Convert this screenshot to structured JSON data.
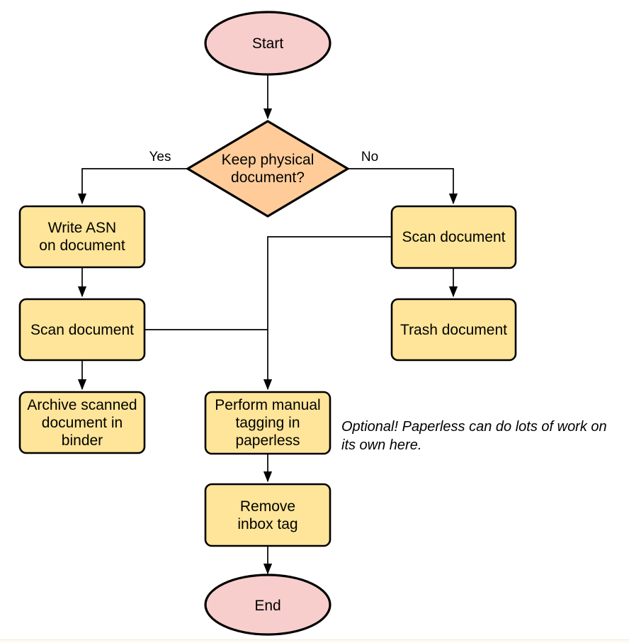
{
  "diagram": {
    "nodes": {
      "start": {
        "label": "Start"
      },
      "decision": {
        "label": "Keep physical\ndocument?"
      },
      "write_asn": {
        "label": "Write ASN\non document"
      },
      "scan_left": {
        "label": "Scan document"
      },
      "archive": {
        "label": "Archive scanned\ndocument in\nbinder"
      },
      "scan_right": {
        "label": "Scan document"
      },
      "trash": {
        "label": "Trash document"
      },
      "tagging": {
        "label": "Perform manual\ntagging in\npaperless"
      },
      "remove_inbox": {
        "label": "Remove\ninbox tag"
      },
      "end": {
        "label": "End"
      }
    },
    "edge_labels": {
      "yes": "Yes",
      "no": "No"
    },
    "note": "Optional! Paperless can do lots of work on\nits own here.",
    "colors": {
      "terminator_fill": "#f8cecc",
      "decision_fill": "#ffcc99",
      "process_fill": "#ffe599",
      "stroke": "#000000"
    }
  }
}
